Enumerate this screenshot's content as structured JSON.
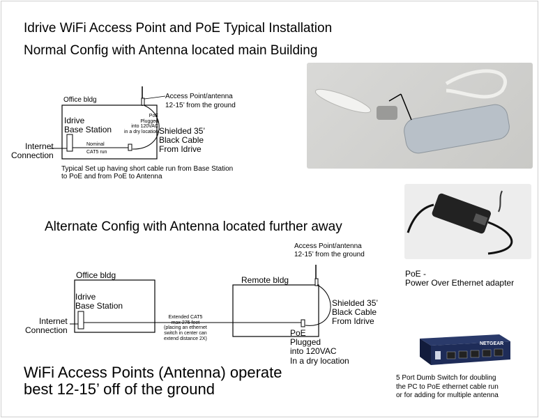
{
  "title": "Idrive WiFi Access Point and PoE Typical Installation",
  "normal": {
    "heading": "Normal Config with Antenna located main Building",
    "office_label": "Office bldg",
    "ap_label": "Access Point/antenna",
    "ap_height": "12-15’ from the ground",
    "poe_note": "PoE\nPlugged\ninto 120VAC\nin a dry location",
    "base_station": "Idrive\nBase Station",
    "cable": "Shielded 35’\nBlack Cable\nFrom Idrive",
    "cat5_nominal": "Nominal",
    "cat5_run": "CAT5 run",
    "internet": "Internet\nConnection",
    "caption": "Typical Set up having short cable run from Base Station\nto PoE and from PoE to Antenna"
  },
  "alternate": {
    "heading": "Alternate Config with Antenna located further away",
    "ap_label": "Access Point/antenna",
    "ap_height": "12-15’ from the ground",
    "office_label": "Office bldg",
    "remote_label": "Remote bldg",
    "base_station": "Idrive\nBase Station",
    "cable": "Shielded 35’\nBlack Cable\nFrom Idrive",
    "internet": "Internet\nConnection",
    "extended": "Extended CAT5\nmax 275 feet\n(placing an ethernet\nswitch in center can\nextend distance 2X)",
    "poe": "PoE\nPlugged\ninto 120VAC\nIn a dry location"
  },
  "footer_note": "WiFi Access Points (Antenna) operate\nbest 12-15’ off of the ground",
  "photos": {
    "poe_caption": "PoE -\nPower Over Ethernet adapter",
    "switch_caption": "5 Port Dumb Switch for doubling\nthe PC to PoE ethernet cable run\nor for adding for multiple antenna",
    "switch_brand": "NETGEAR"
  }
}
